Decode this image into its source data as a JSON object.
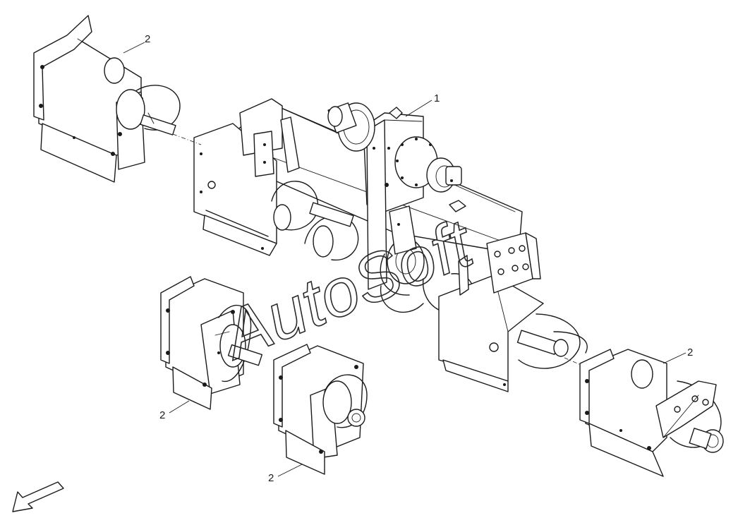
{
  "diagram": {
    "type": "exploded-parts-view",
    "callouts": [
      {
        "id": "main-assembly",
        "label": "1"
      },
      {
        "id": "auger-module-top-left",
        "label": "2"
      },
      {
        "id": "auger-module-middle-left",
        "label": "2"
      },
      {
        "id": "auger-module-bottom-center",
        "label": "2"
      },
      {
        "id": "auger-module-right",
        "label": "2"
      }
    ],
    "watermark": "AutoSoft",
    "orientation_icon": "direction-arrow-icon",
    "colors": {
      "line": "#1a1a1a",
      "background": "#ffffff"
    }
  }
}
